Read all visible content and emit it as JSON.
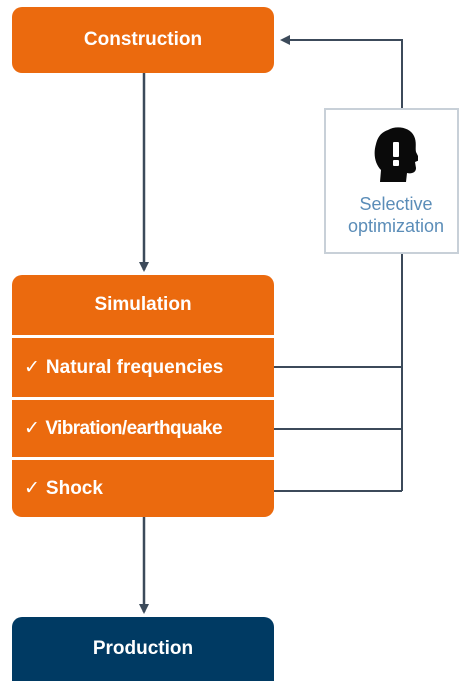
{
  "nodes": {
    "construction": "Construction",
    "simulation": "Simulation",
    "production": "Production"
  },
  "simulation_items": [
    "Natural frequencies",
    "Vibration/earthquake",
    "Shock"
  ],
  "check_mark": "✓",
  "optimization": {
    "label": "Selective\noptimization",
    "icon": "head-with-exclamation-icon"
  },
  "colors": {
    "orange": "#eb6a0e",
    "navy": "#003a63",
    "connector": "#3c4a5a",
    "label_blue": "#5b8db8",
    "box_border": "#c8d0d8"
  }
}
